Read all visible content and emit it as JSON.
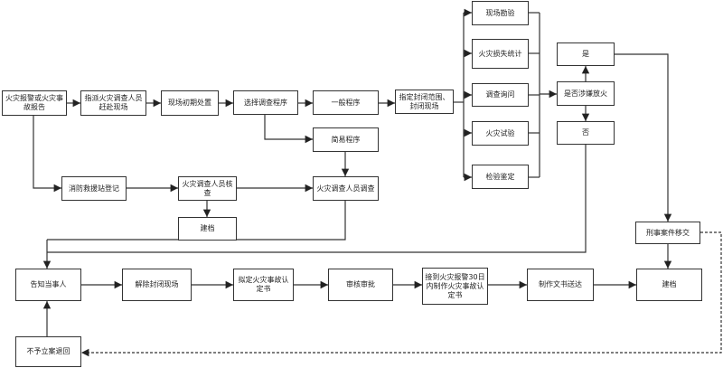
{
  "nodes": {
    "report": "火灾报警或火灾事故报告",
    "dispatch": "指派火灾调查人员赶赴现场",
    "initial": "现场初期处置",
    "choose": "选择调查程序",
    "general": "一般程序",
    "seal": "指定封闭范围、封闭现场",
    "survey": "现场勘验",
    "loss": "火灾损失统计",
    "inquiry": "调查询问",
    "test": "火灾试验",
    "inspect": "检验鉴定",
    "yes": "是",
    "arson": "是否涉嫌放火",
    "no": "否",
    "criminal": "刑事案件移交",
    "simple": "简易程序",
    "station": "消防救援站登记",
    "verify": "火灾调查人员核查",
    "archive1": "建档",
    "investigate": "火灾调查人员调查",
    "notify": "告知当事人",
    "unseal": "解除封闭现场",
    "draft": "拟定火灾事故认定书",
    "approve": "审核审批",
    "make30": "接到火灾报警30日内制作火灾事故认定书",
    "deliver": "制作文书送达",
    "archive2": "建档",
    "reject": "不予立案退回"
  },
  "colors": {
    "line": "#333333",
    "box_border": "#333333",
    "background": "#ffffff"
  }
}
